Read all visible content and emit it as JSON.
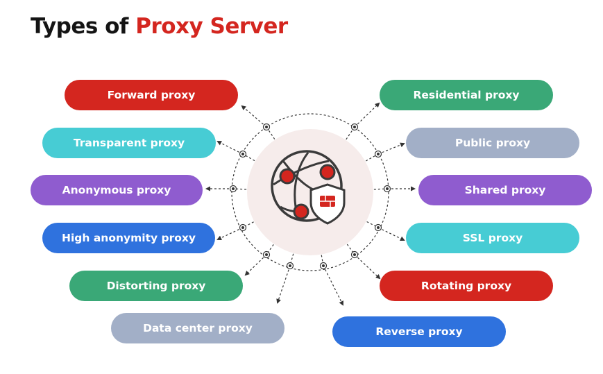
{
  "title": {
    "prefix": "Types of",
    "highlight": "Proxy Server"
  },
  "colors": {
    "red": "#d4261f",
    "teal": "#47ccd4",
    "purple": "#8f5ccf",
    "blue": "#2f72de",
    "green": "#3aa877",
    "gray": "#a2afc7",
    "hub_bg": "#f6eceb"
  },
  "hub": {
    "icon": "globe-network-shield-firewall-icon"
  },
  "proxies": [
    {
      "key": "forward",
      "label": "Forward proxy",
      "color": "#d4261f"
    },
    {
      "key": "transparent",
      "label": "Transparent proxy",
      "color": "#47ccd4"
    },
    {
      "key": "anonymous",
      "label": "Anonymous proxy",
      "color": "#8f5ccf"
    },
    {
      "key": "high-anonymity",
      "label": "High anonymity proxy",
      "color": "#2f72de"
    },
    {
      "key": "distorting",
      "label": "Distorting proxy",
      "color": "#3aa877"
    },
    {
      "key": "data-center",
      "label": "Data center proxy",
      "color": "#a2afc7"
    },
    {
      "key": "residential",
      "label": "Residential proxy",
      "color": "#3aa877"
    },
    {
      "key": "public",
      "label": "Public proxy",
      "color": "#a2afc7"
    },
    {
      "key": "shared",
      "label": "Shared proxy",
      "color": "#8f5ccf"
    },
    {
      "key": "ssl",
      "label": "SSL proxy",
      "color": "#47ccd4"
    },
    {
      "key": "rotating",
      "label": "Rotating proxy",
      "color": "#d4261f"
    },
    {
      "key": "reverse",
      "label": "Reverse proxy",
      "color": "#2f72de"
    }
  ]
}
